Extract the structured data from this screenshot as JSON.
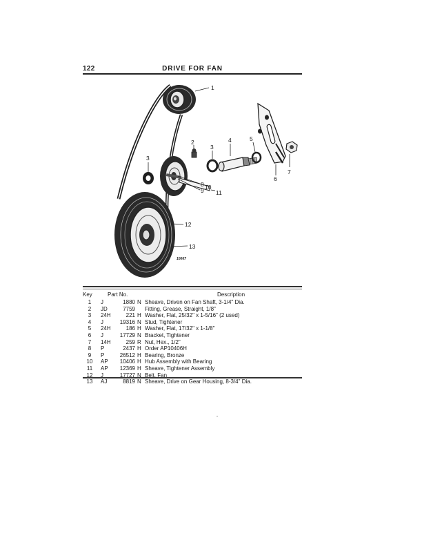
{
  "header": {
    "page_number": "122",
    "title": "DRIVE FOR FAN"
  },
  "diagram": {
    "figure_code": "10067",
    "callouts": [
      "1",
      "2",
      "3",
      "4",
      "5",
      "6",
      "7",
      "3",
      "8",
      "9",
      "10",
      "11",
      "12",
      "13"
    ]
  },
  "table": {
    "headers": {
      "key": "Key",
      "part_no": "Part No.",
      "description": "Description"
    },
    "rows": [
      {
        "key": "1",
        "prefix": "J",
        "number": "1880",
        "suffix": "N",
        "description": "Sheave, Driven on Fan Shaft, 3-1/4\" Dia."
      },
      {
        "key": "2",
        "prefix": "JD",
        "number": "7759",
        "suffix": "",
        "description": "Fitting, Grease, Straight, 1/8\""
      },
      {
        "key": "3",
        "prefix": "24H",
        "number": "221",
        "suffix": "H",
        "description": "Washer, Flat, 25/32\" x 1-5/16\" (2 used)"
      },
      {
        "key": "4",
        "prefix": "J",
        "number": "19316",
        "suffix": "N",
        "description": "Stud, Tightener"
      },
      {
        "key": "5",
        "prefix": "24H",
        "number": "186",
        "suffix": "H",
        "description": "Washer, Flat, 17/32\" x 1-1/8\""
      },
      {
        "key": "6",
        "prefix": "J",
        "number": "17729",
        "suffix": "N",
        "description": "Bracket, Tightener"
      },
      {
        "key": "7",
        "prefix": "14H",
        "number": "259",
        "suffix": "R",
        "description": "Nut, Hex., 1/2\""
      },
      {
        "key": "8",
        "prefix": "P",
        "number": "2437",
        "suffix": "H",
        "description": "Order AP10406H"
      },
      {
        "key": "9",
        "prefix": "P",
        "number": "26512",
        "suffix": "H",
        "description": "Bearing, Bronze"
      },
      {
        "key": "10",
        "prefix": "AP",
        "number": "10406",
        "suffix": "H",
        "description": "Hub Assembly with Bearing"
      },
      {
        "key": "11",
        "prefix": "AP",
        "number": "12369",
        "suffix": "H",
        "description": "Sheave, Tightener Assembly"
      },
      {
        "key": "12",
        "prefix": "J",
        "number": "17727",
        "suffix": "N",
        "description": "Belt, Fan"
      },
      {
        "key": "13",
        "prefix": "AJ",
        "number": "8819",
        "suffix": "N",
        "description": "Sheave, Drive on Gear Housing, 8-3/4\" Dia."
      }
    ]
  }
}
